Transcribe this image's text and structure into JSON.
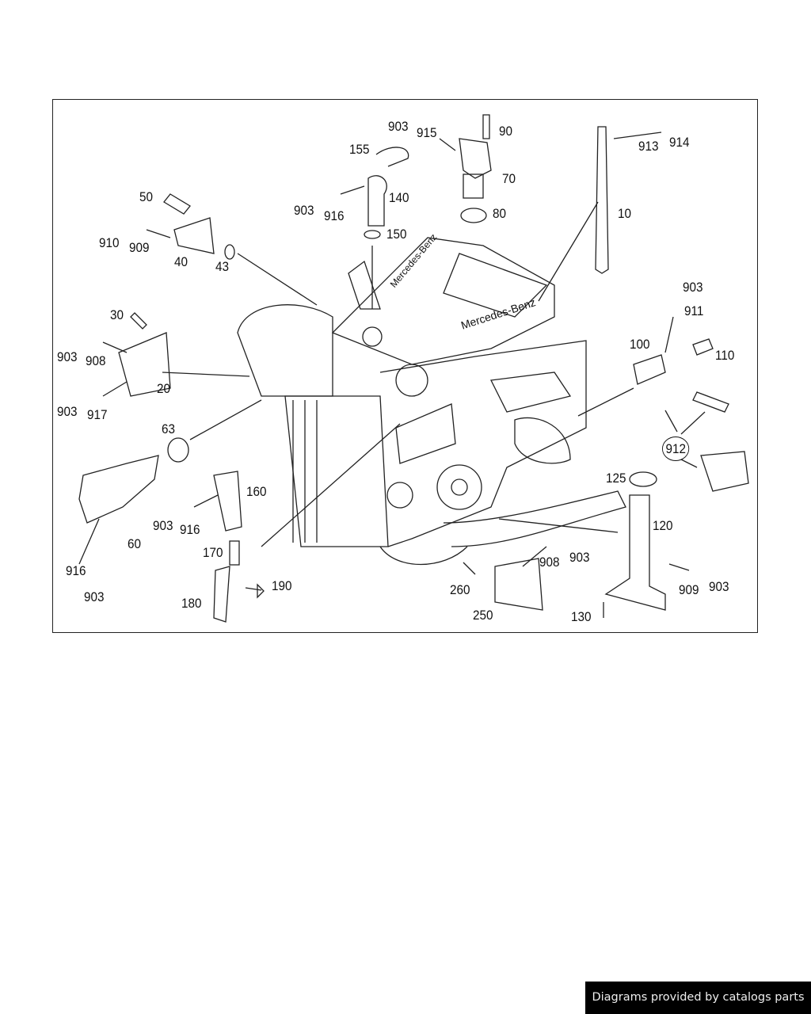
{
  "diagram": {
    "brand_text": "Mercedes-Benz",
    "brand_text_cover": "Mercedes-Benz",
    "labels": [
      "903",
      "915",
      "90",
      "913",
      "914",
      "155",
      "70",
      "50",
      "140",
      "903",
      "916",
      "10",
      "80",
      "910",
      "909",
      "150",
      "40",
      "43",
      "903",
      "911",
      "30",
      "100",
      "110",
      "903",
      "908",
      "20",
      "903",
      "917",
      "912",
      "63",
      "125",
      "160",
      "120",
      "903",
      "916",
      "60",
      "170",
      "908",
      "903",
      "916",
      "260",
      "190",
      "909",
      "903",
      "903",
      "180",
      "250",
      "130"
    ]
  },
  "footer": {
    "text": "Diagrams provided by catalogs parts"
  }
}
